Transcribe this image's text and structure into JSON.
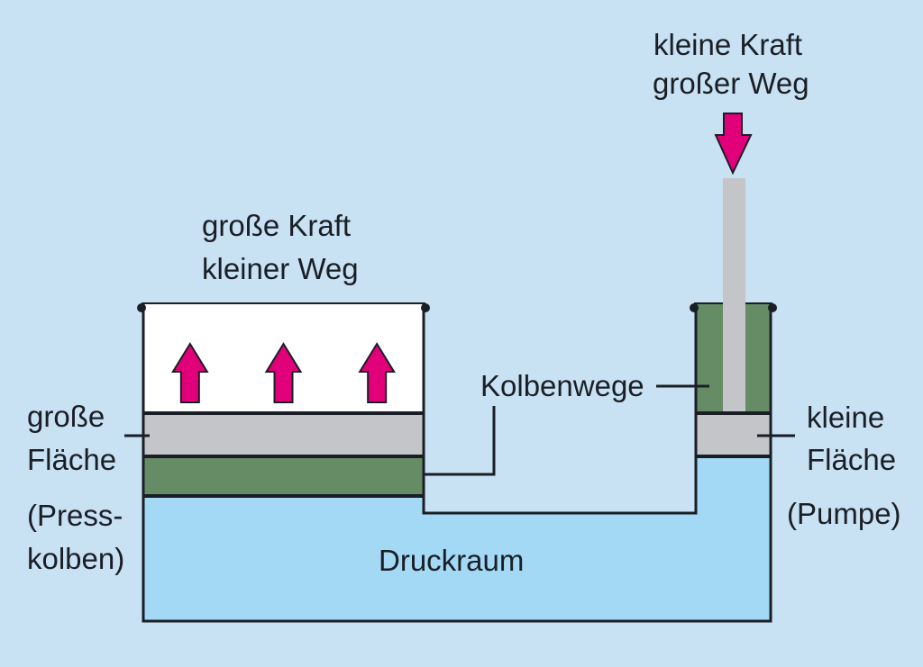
{
  "colors": {
    "background": "#c8e1f3",
    "fluid": "#a3d9f5",
    "piston_gray": "#c4c5c9",
    "green": "#668c66",
    "arrow_magenta": "#e2007a",
    "outline": "#1a1f26",
    "press_space": "#ffffff",
    "rod": "#c4c5c9"
  },
  "labels": {
    "top_right_line1": "kleine Kraft",
    "top_right_line2": "großer Weg",
    "top_left_line1": "große Kraft",
    "top_left_line2": "kleiner Weg",
    "left_line1": "große",
    "left_line2": "Fläche",
    "left_line3": "(Press-",
    "left_line4": "kolben)",
    "right_line1": "kleine",
    "right_line2": "Fläche",
    "right_line3": "(Pumpe)",
    "middle": "Kolbenwege",
    "chamber": "Druckraum"
  },
  "arrows": {
    "up_count": 3,
    "down_count": 1
  }
}
